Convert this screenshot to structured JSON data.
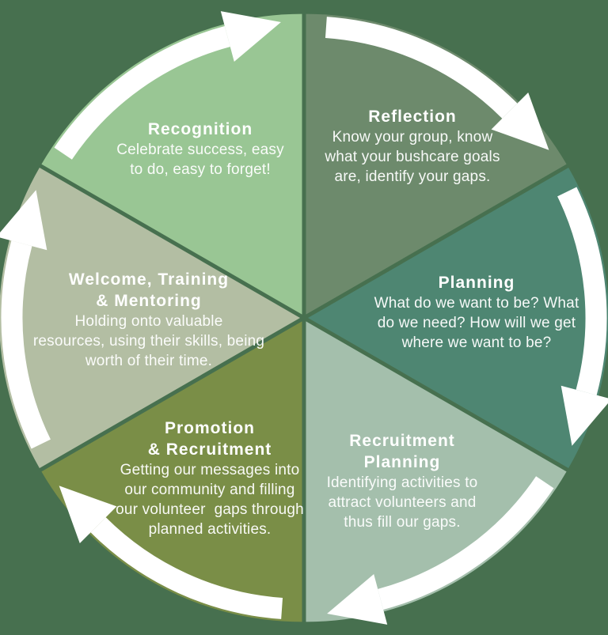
{
  "diagram": {
    "type": "cycle",
    "direction": "clockwise",
    "background_color": "#47704F",
    "arrow_color": "#ffffff",
    "segments": [
      {
        "name": "Reflection",
        "color": "#6D8A6C",
        "title_lines": [
          "Reflection"
        ],
        "body_lines": [
          "Know your group, know",
          "what your bushcare goals",
          "are, identify your gaps."
        ]
      },
      {
        "name": "Planning",
        "color": "#4E8672",
        "title_lines": [
          "Planning"
        ],
        "body_lines": [
          "What do we want to be? What",
          "do we need? How will we get",
          "where we want to be?"
        ]
      },
      {
        "name": "Recruitment Planning",
        "color": "#A4BFAC",
        "title_lines": [
          "Recruitment",
          "Planning"
        ],
        "body_lines": [
          "Identifying activities to",
          "attract volunteers and",
          "thus fill our gaps."
        ]
      },
      {
        "name": "Promotion & Recruitment",
        "color": "#7A8E47",
        "title_lines": [
          "Promotion",
          "& Recruitment"
        ],
        "body_lines": [
          "Getting our messages into",
          "our community and filling",
          "our volunteer  gaps through",
          "planned activities."
        ]
      },
      {
        "name": "Welcome, Training & Mentoring",
        "color": "#B3BEA3",
        "title_lines": [
          "Welcome, Training",
          "& Mentoring"
        ],
        "body_lines": [
          "Holding onto valuable",
          "resources, using their skills, being",
          "worth of their time."
        ]
      },
      {
        "name": "Recognition",
        "color": "#99C694",
        "title_lines": [
          "Recognition"
        ],
        "body_lines": [
          "Celebrate success, easy",
          "to do, easy to forget!"
        ]
      }
    ]
  }
}
